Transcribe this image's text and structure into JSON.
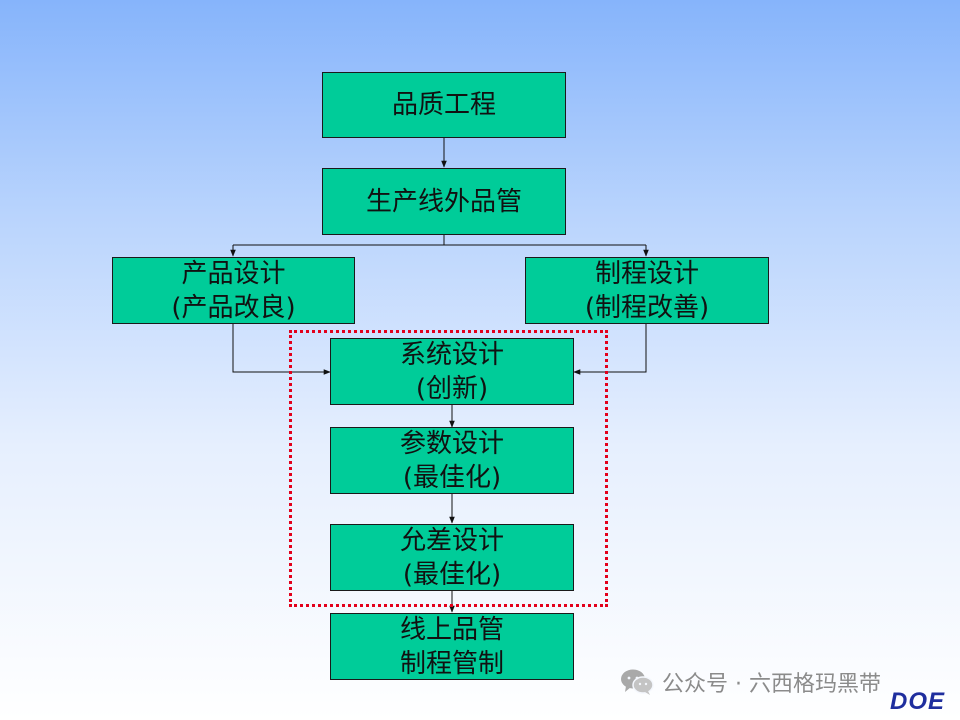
{
  "boxes": {
    "quality_engineering": "品质工程",
    "offline_qc": "生产线外品管",
    "product_design": {
      "line1": "产品设计",
      "line2": "(产品改良)"
    },
    "process_design": {
      "line1": "制程设计",
      "line2": "(制程改善)"
    },
    "system_design": {
      "line1": "系统设计",
      "line2": "(创新)"
    },
    "parameter_design": {
      "line1": "参数设计",
      "line2": "(最佳化)"
    },
    "tolerance_design": {
      "line1": "允差设计",
      "line2": "(最佳化)"
    },
    "online_qc": {
      "line1": "线上品管",
      "line2": "制程管制"
    }
  },
  "watermark": {
    "text": "公众号 · 六西格玛黑带",
    "icon": "wechat-icon"
  },
  "logo_text": "DOE",
  "colors": {
    "box_fill": "#00cc99",
    "dashed_frame": "#e3001b",
    "logo": "#1f2e9e"
  }
}
